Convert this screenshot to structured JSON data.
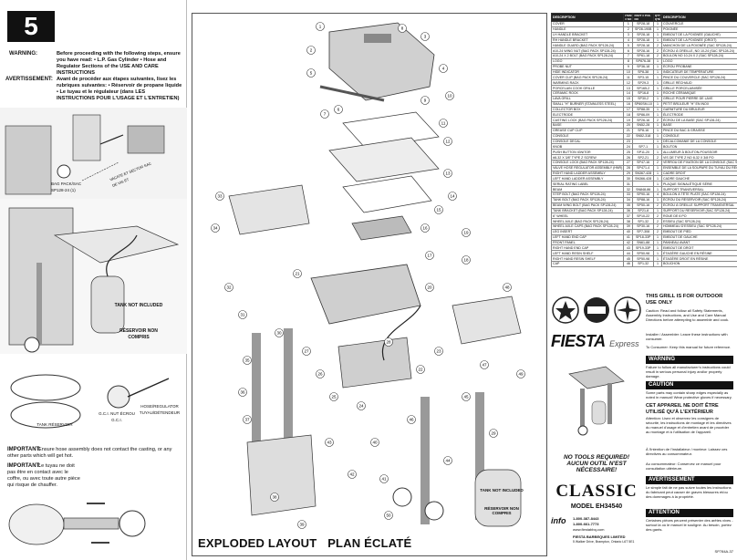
{
  "step": {
    "number": "5"
  },
  "warning": {
    "label": "WARNING:",
    "text": "Before proceeding with the following steps, ensure you have read: • L.P. Gas Cylinder • Hose and Regulator Sections of the USE AND CARE INSTRUCTIONS",
    "label_fr": "AVERTISSEMENT:",
    "text_fr": "Avant de procéder aux étapes suivantes, lisez les rubriques suivantes: • Réservoir de propane liquide • Le tuyau et le régulateur (dans LES INSTRUCTIONS POUR L'USAGE ET L'ENTRETIEN)"
  },
  "left_labels": {
    "bag_pack": "BAG PACK/SAC SP128-24 (1)",
    "vacate": "VACATE ET SECTOR SAC DE VIS ET",
    "tank_not_included": "TANK NOT INCLUDED",
    "reservoir": "RÉSERVOIR NON COMPRIS",
    "tank": "TANK RÉSERVOIR",
    "gci_nut": "G.C.I. NUT ÉCROU G.C.I.",
    "hose_reg": "HOSE/REGULATOR TUYAU/DÉTENDEUR"
  },
  "important1": {
    "label": "IMPORTANT:",
    "text": "Ensure hose assembly does not contact the casting, or any other parts which will get hot."
  },
  "important2": {
    "label": "IMPORTANT:",
    "text": "Le tuyau ne doit pas être en contact avec le coffre, ou avec toute autre pièce qui risque de chauffer."
  },
  "exploded": {
    "title": "EXPLODED LAYOUT",
    "title_fr": "PLAN ÉCLATÉ"
  },
  "diagram": {
    "tank_not_included": "TANK NOT INCLUDED",
    "reservoir": "RÉSERVOIR NON COMPRIS",
    "callouts": [
      "1",
      "2",
      "3",
      "4",
      "5",
      "6",
      "7",
      "8",
      "9",
      "10",
      "11",
      "12",
      "13",
      "14",
      "15",
      "16",
      "17",
      "18",
      "19",
      "20",
      "21",
      "22",
      "23",
      "24",
      "25",
      "26",
      "27",
      "28",
      "29",
      "30",
      "31",
      "32",
      "33",
      "34",
      "35",
      "36",
      "37",
      "38",
      "39",
      "40",
      "41",
      "42",
      "43",
      "44",
      "45",
      "46",
      "47",
      "48",
      "49",
      "50"
    ]
  },
  "parts_table": {
    "headers": [
      "DESCRIPTION",
      "ITEM # NO",
      "PART # PCE. NO",
      "QTY QTÉ",
      "DESCRIPTION"
    ],
    "rows": [
      [
        "COVER",
        "1",
        "SP28-18",
        "1",
        "COUVERCLE"
      ],
      [
        "HANDLE",
        "2",
        "SP28-190B",
        "1",
        "POIGNÉE"
      ],
      [
        "LH HANDLE BRACKET",
        "3",
        "SP28-18",
        "1",
        "EMBOUT DE LA POIGNÉE (GAUCHE)"
      ],
      [
        "RH HANDLE BRACKET",
        "4",
        "SP28-18",
        "1",
        "EMBOUT DE LA POIGNÉE (DROIT)"
      ],
      [
        "HANDLE GUARD (BAG PACK SP128-24)",
        "5",
        "SP28-18",
        "2",
        "MANCHON DE LA POIGNÉE (SAC SP128-24)"
      ],
      [
        "#10-24 WING NUT (BAG PACK SP128-24)",
        "6",
        "SP28-16",
        "2",
        "ÉCROU À OREILLE, NO 10-24 (SAC SP128-24)"
      ],
      [
        "#10-24 X 2 BOLT (BAG PACK SP128-24)",
        "7",
        "SP61-18",
        "2",
        "BOULON NO 10-24 X 2 (SAC SP128-24)"
      ],
      [
        "LOGO",
        "8",
        "SP876-38",
        "1",
        "LOGO"
      ],
      [
        "PROBE NUT",
        "9",
        "SP36-18",
        "1",
        "ÉCROU PROBANE"
      ],
      [
        "HIDE INDICATOR",
        "10",
        "SP8-38",
        "1",
        "INDICATEUR DE TEMPÉRATURE"
      ],
      [
        "COVER CLIP (BAG PACK SP128-24)",
        "11",
        "SP3-15",
        "1",
        "PINCE DU COUVERCLE (SAC SP128-24)"
      ],
      [
        "WARMING RACK",
        "12",
        "SP29-3",
        "1",
        "GRILLE RÉCHAUD"
      ],
      [
        "PORCELAIN COOK GRILLE",
        "13",
        "SP165-2",
        "1",
        "GRILLE PORCELAINISÉE"
      ],
      [
        "CERAMIC ROCK",
        "14",
        "SP16-8",
        "1",
        "ROCHE CÉRAMIQUE"
      ],
      [
        "LAVA GRILL",
        "15",
        "SP30-2",
        "1",
        "GRILLE POUR PIERRE DE LAVE"
      ],
      [
        "SMALL \"H\" BURNER (STAINLESS STEEL)",
        "16",
        "SP80SM-10",
        "1",
        "PETIT BRÛLEUR \"H\" EN INOX"
      ],
      [
        "COLLECTOR BOX",
        "17",
        "SP88-35",
        "1",
        "GARNITURE DU BRÛLEUR"
      ],
      [
        "ELECTRODE",
        "18",
        "SP86-09",
        "1",
        "ÉLECTRODE"
      ],
      [
        "CASTING LOCK (BAG PACK SP128-24)",
        "19",
        "SP26-16",
        "2",
        "ÉCROU DE LA BASE (SAC SP128-24)"
      ],
      [
        "BASE",
        "20",
        "SN52-28",
        "1",
        "BASE"
      ],
      [
        "GREASE CUP CLIP",
        "21",
        "SP8-16",
        "1",
        "PINCE DU BAC À GRAISSE"
      ],
      [
        "CONSOLE",
        "22",
        "SN52-318",
        "1",
        "CONSOLE"
      ],
      [
        "CONSOLE DECAL",
        "23",
        "",
        "1",
        "DÉCALCOMANIE DE LA CONSOLE"
      ],
      [
        "KNOB",
        "24",
        "SP7-1",
        "1",
        "BOUTON"
      ],
      [
        "PUSH BUTTON IGNITOR",
        "25",
        "SP11-20",
        "1",
        "ALLUMEUR À BOUTON-POUSSOIR"
      ],
      [
        "#8-32 X 3/8\" TYPE Z SCREW",
        "26",
        "SP2-21",
        "2",
        "VIS DE TYPE Z NO 8-32 X 3/8 PO"
      ],
      [
        "CONSOLE LOCK (BAG PACK SP128-24)",
        "27",
        "SP47-16",
        "2",
        "VERROU DE FIXATION DE LA CONSOLE (SAC SP128-24)"
      ],
      [
        "VALVE HOSE REGULATOR ASSEMBLY (HNR)",
        "28",
        "SP471-4",
        "1",
        "ENSEMBLE DE LA SOUPAPE DU TUYAU DU RÉGULATEUR"
      ],
      [
        "RIGHT HAND LADDER ASSEMBLY",
        "29",
        "SN367-428",
        "1",
        "CADRE DROIT"
      ],
      [
        "LEFT HAND LADDER ASSEMBLY",
        "30",
        "SN366-428",
        "1",
        "CADRE GAUCHE"
      ],
      [
        "SERIAL RATING LABEL",
        "31",
        "",
        "1",
        "PLAQUE SIGNALÉTIQUE SÉRIE"
      ],
      [
        "BEAM",
        "32",
        "SN848-86",
        "1",
        "SUPPORT TRANSVERSAL"
      ],
      [
        "STEP BOLT (BAG PACK SP128-24)",
        "33",
        "SP90-16",
        "4",
        "BOULON À TÊTE PLATE (SAC SP128-24)"
      ],
      [
        "TANK BOLT (BAG PACK SP128-24)",
        "34",
        "SP88-16",
        "1",
        "ÉCROU DU RÉSERVOIR (SAC SP128-24)"
      ],
      [
        "BEAM WING BOLT (BAG PACK SP128-24)",
        "35",
        "SP50-16",
        "2",
        "ÉCROU À OREILLE SUPPORT TRANSVERSAL"
      ],
      [
        "TANK BRACKET (BAG PACK SP128-24)",
        "36",
        "SP21-8",
        "1",
        "SUPPORT DU RÉSERVOIR (SAC SP128-24)"
      ],
      [
        "6\" WHEEL",
        "37",
        "SP10-22",
        "2",
        "ROUE DE 6 PO"
      ],
      [
        "WHEEL AXLE (BAG PACK SP128-24)",
        "38",
        "SP1-32",
        "2",
        "ESSIEU (SAC SP128-24)"
      ],
      [
        "WHEEL AXLE CAPS (BAG PACK SP128-24)",
        "39",
        "SP30-16",
        "2",
        "HOMMEAU D'ESSIEU (SAC SP128-24)"
      ],
      [
        "LEG INSERT",
        "40",
        "SP7-308",
        "2",
        "EMBOUT DE PIED"
      ],
      [
        "LEFT HAND END CAP",
        "41",
        "SP18-33P",
        "1",
        "EMBOUT DE GAUCHE"
      ],
      [
        "FRONT PANEL",
        "42",
        "SN61-88",
        "1",
        "PANNEAU AVANT"
      ],
      [
        "RIGHT HAND END CAP",
        "43",
        "SP19-33P",
        "1",
        "EMBOUT DE DROIT"
      ],
      [
        "LEFT HAND RESIN SHELF",
        "44",
        "SP50-98",
        "1",
        "ÉTAGÈRE GAUCHE EN RÉSINE"
      ],
      [
        "RIGHT HAND RESIN SHELF",
        "45",
        "SP50-98",
        "1",
        "ÉTAGÈRE DROIT EN RÉSINE"
      ],
      [
        "CAP",
        "46",
        "SP1-32",
        "1",
        "BOUCHON"
      ]
    ]
  },
  "info": {
    "outdoor": "THIS GRILL IS FOR OUTDOOR USE ONLY",
    "caution_intro": "Caution: Read and follow all Safety Statements, Assembly Instructions, and Use and Care Manual Directions before attempting to assemble and cook.",
    "installer": "Installer / Assembler: Leave these instructions with consumer.",
    "consumer": "To Consumer: Keep this manual for future reference.",
    "warning_label": "WARNING",
    "warning_text": "Failure to follow all manufacturer's instructions could result in serious personal injury and/or property damage.",
    "caution_label": "CAUTION",
    "caution_text": "Some parts may contain sharp edges especially as noted in manual! Wear protective gloves if necessary.",
    "fr_outdoor": "CET APPAREIL NE DOIT ÊTRE UTILISÉ QU'À L'EXTÉRIEUR",
    "fr_text": "Attention: Lisez et observez les consignes de sécurité, les instructions de montage et les directives du manuel d'usage et d'entretien avant de procéder au montage et à l'utilisation de l'appareil.",
    "fr_installer": "À l'intention de l'installateur / monteur: Laissez ces directives au consommateur.",
    "fr_consumer": "Au consommateur: Conservez ce manuel pour consultation ultérieure.",
    "avert_label": "AVERTISSEMENT",
    "avert_text": "Le simple fait de ne pas suivre toutes les instructions du fabricant peut causer de graves blessures et/ou des dommages à la propriété.",
    "attention_label": "ATTENTION",
    "attention_text": "Certaines pièces peuvent présenter des arêtes vives - surtout là où le manuel le souligne. Au besoin, portez des gants.",
    "brand": "FIESTA",
    "sub_brand": "Express",
    "no_tools": "NO TOOLS REQUIRED!",
    "no_tools_fr": "AUCUN OUTIL N'EST NÉCESSAIRE!",
    "model_name": "CLASSIC",
    "model_number": "MODEL EH34540",
    "phone1": "1-800-387-8443",
    "phone2": "1-800-661-7773",
    "website": "www.fiestabbq.com",
    "company": "FIESTA BARBEQUES LIMITED",
    "address": "5 Walker Drive, Brampton, Ontario L6T 5E1",
    "info_label": "info",
    "doc_code": "SP784A-37"
  }
}
